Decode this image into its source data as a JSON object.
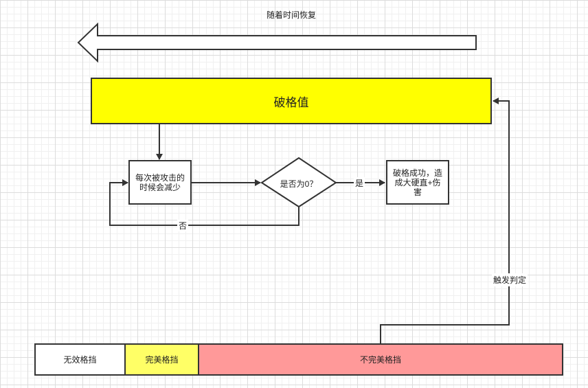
{
  "diagram": {
    "recover_label": "随着时间恢复",
    "meter_title": "破格值",
    "step_reduce": "每次被攻击的时候会减少",
    "decision": "是否为0？",
    "yes_label": "是",
    "no_label": "否",
    "success": "破格成功，造成大硬直+伤害",
    "trigger_label": "触发判定",
    "block_types": [
      {
        "label": "无效格挡",
        "color": "#ffffff"
      },
      {
        "label": "完美格挡",
        "color": "#ffff66"
      },
      {
        "label": "不完美格挡",
        "color": "#ff9999"
      }
    ],
    "colors": {
      "meter_fill": "#ffff00",
      "stroke": "#333333"
    }
  }
}
